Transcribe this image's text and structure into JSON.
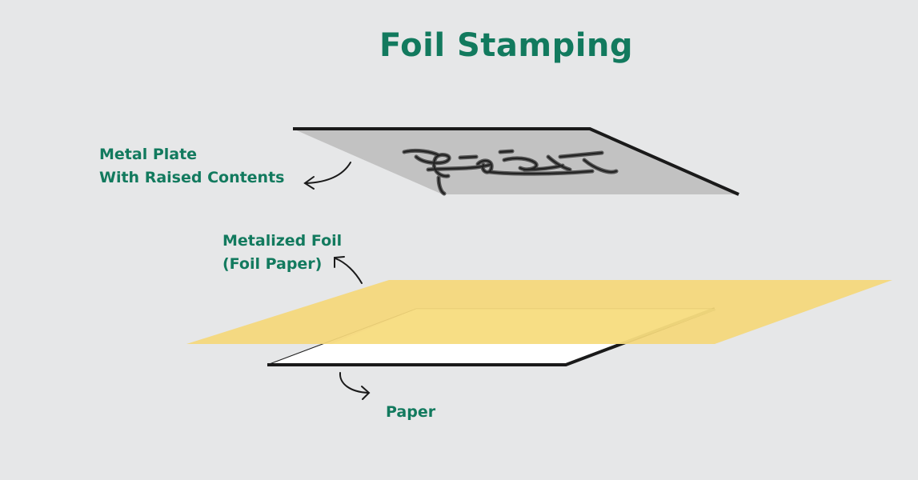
{
  "title": "Foil Stamping",
  "labels": {
    "metal_plate": {
      "line1": "Metal Plate",
      "line2": "With Raised Contents"
    },
    "foil": {
      "line1": "Metalized Foil",
      "line2": "(Foil Paper)"
    },
    "paper": "Paper"
  },
  "colors": {
    "background": "#e6e7e8",
    "title_text": "#127a5e",
    "plate": "#c2c2c2",
    "plate_edge": "#1a1a1a",
    "foil": "#f4d77a",
    "foil_over_paper": "#fbe48a",
    "paper": "#ffffff",
    "arrow": "#1a1a1a"
  }
}
